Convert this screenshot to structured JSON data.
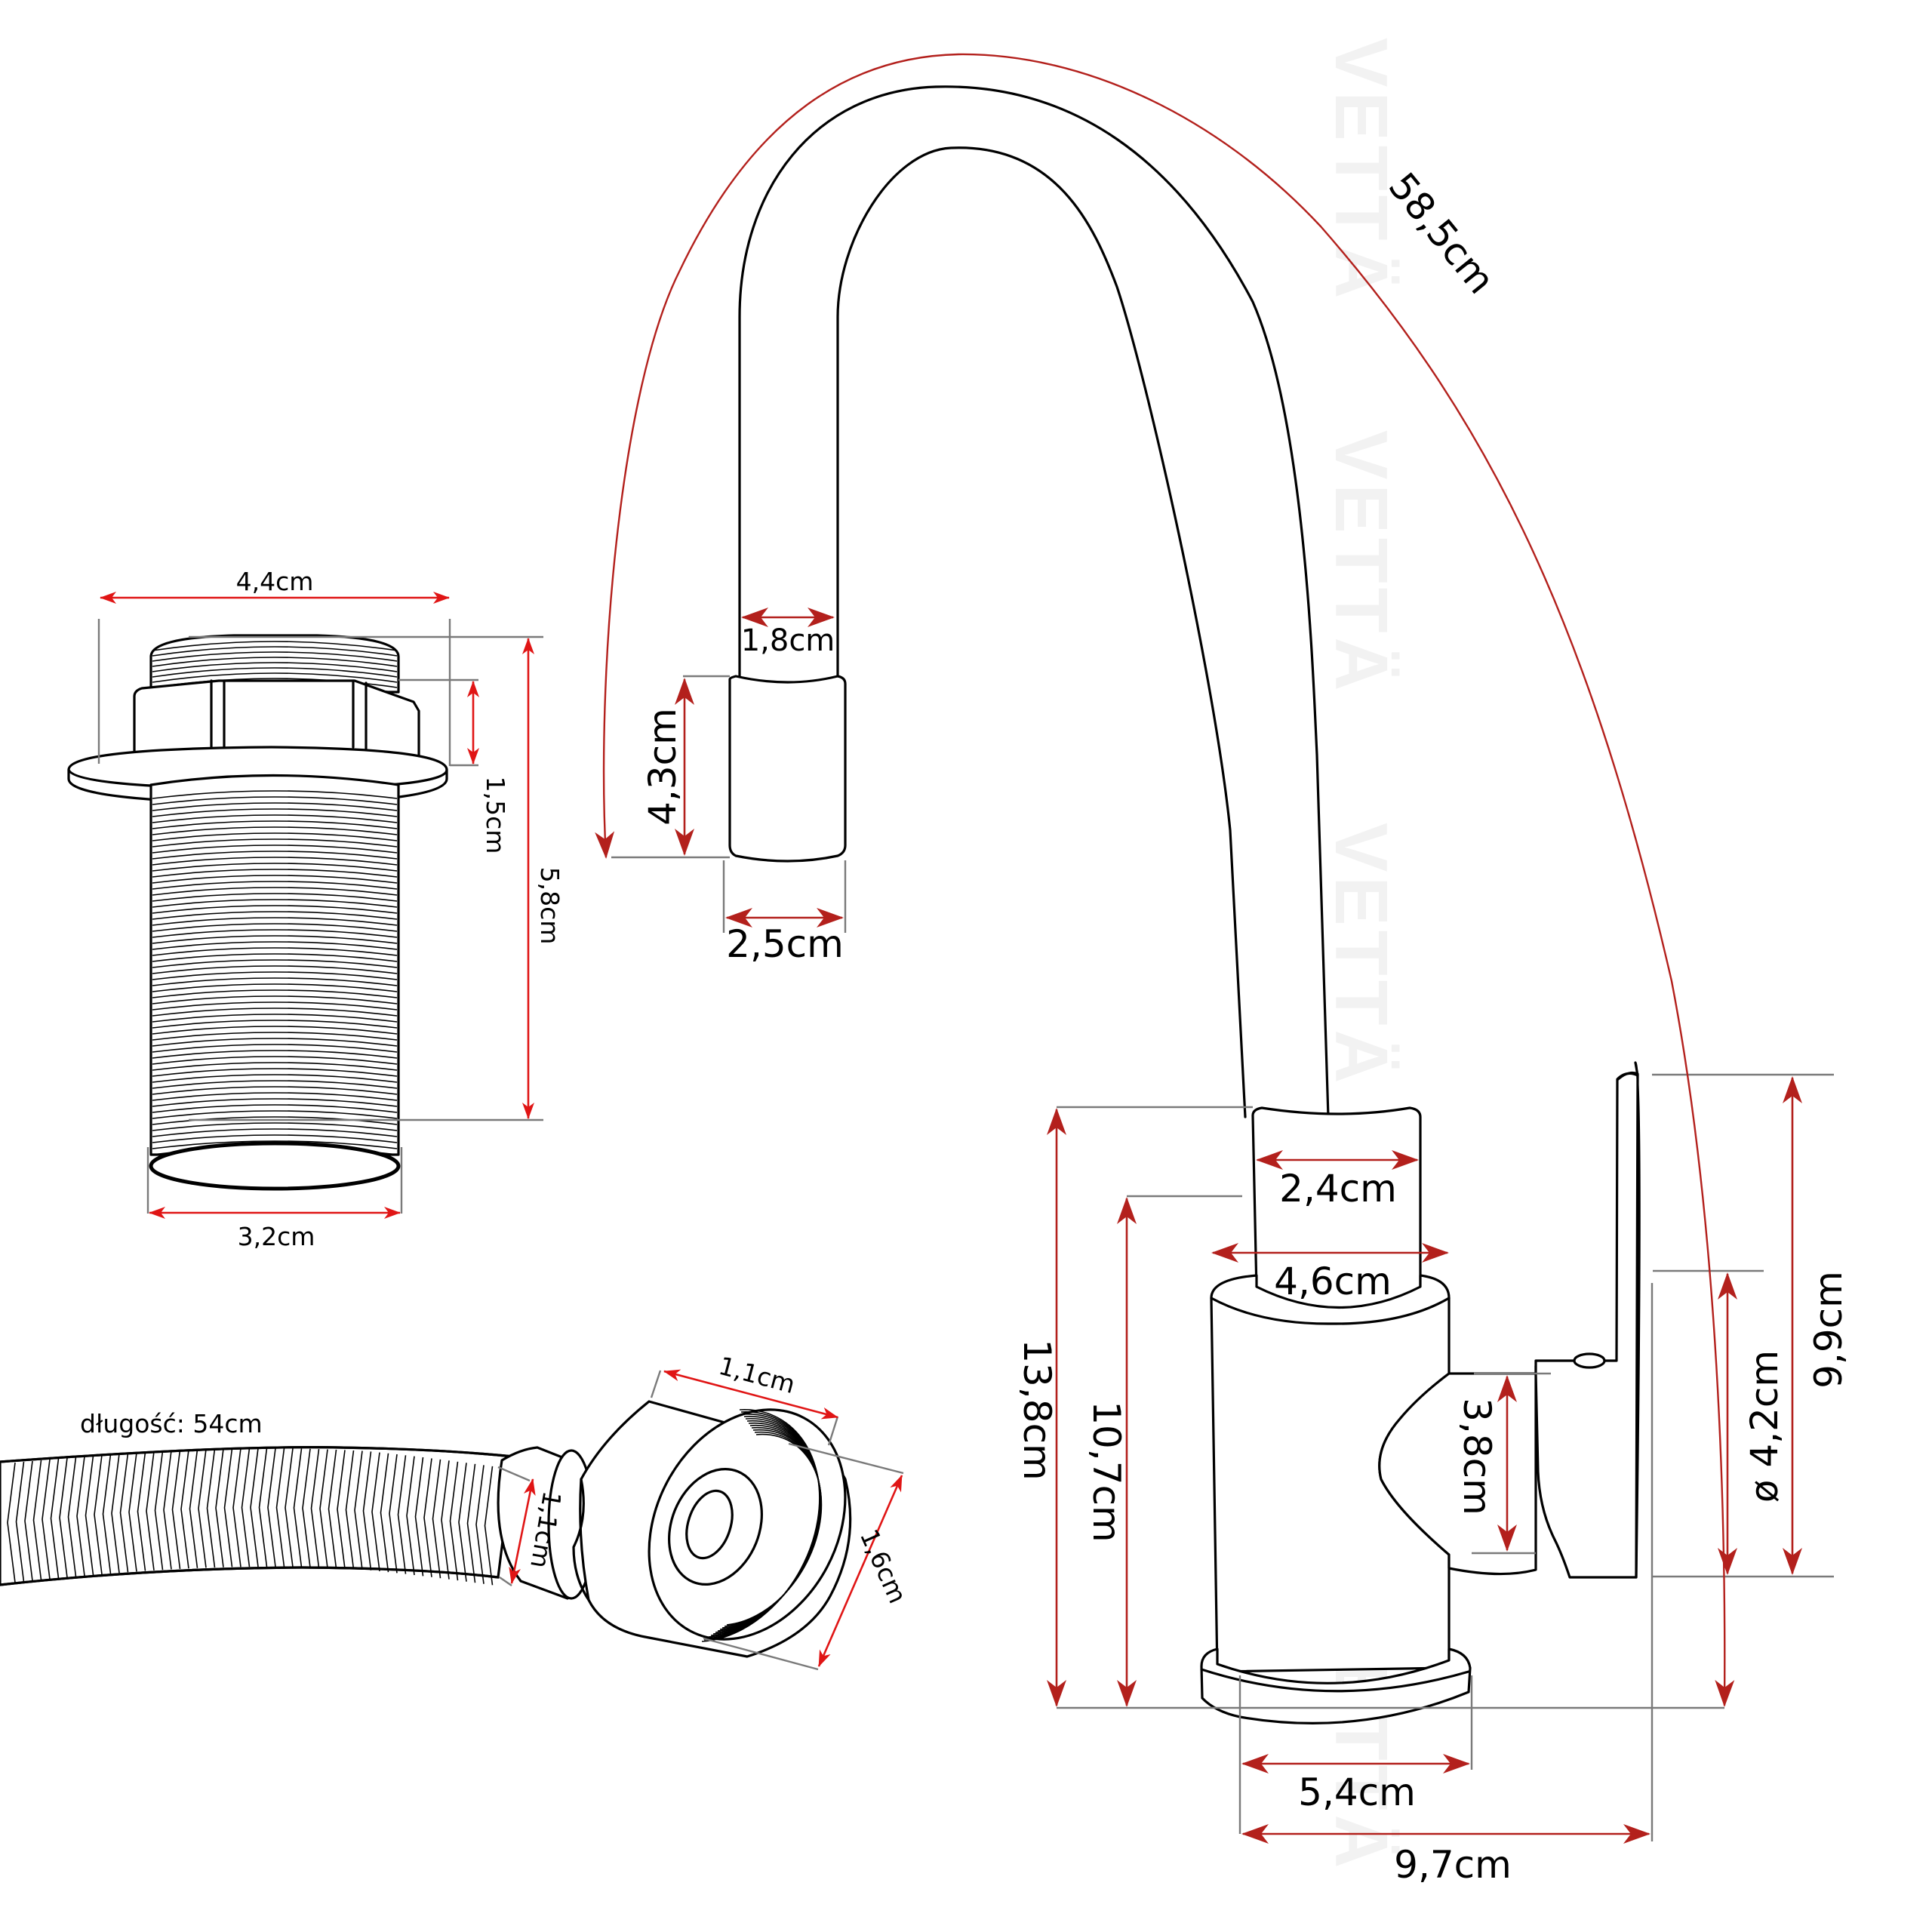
{
  "colors": {
    "dimension_line": "#b3201c",
    "dimension_line_bright": "#e01515",
    "outline": "#000000",
    "extension_line": "#7a7a7a",
    "watermark": "#f2f2f2"
  },
  "watermark": {
    "text": "VETTÄ",
    "repeats": 5
  },
  "drawing": {
    "title": "Kitchen faucet technical drawing with dimensions",
    "faucet": {
      "spout_arc_length": "58,5cm",
      "spout_tube_width": "1,8cm",
      "aerator_height": "4,3cm",
      "aerator_width": "2,5cm",
      "swivel_collar_width": "2,4cm",
      "body_width": "4,6cm",
      "total_height": "13,8cm",
      "body_height": "10,7cm",
      "lever_joint_height": "3,8cm",
      "lever_base_diameter": "ø 4,2cm",
      "lever_height": "9,9cm",
      "base_width": "5,4cm",
      "overall_width": "9,7cm"
    },
    "mounting_nipple": {
      "flange_width": "4,4cm",
      "nut_height": "1,5cm",
      "total_height": "5,8cm",
      "thread_diameter": "3,2cm"
    },
    "hose": {
      "length_label": "długość: 54cm",
      "ferrule_diameter": "1,1cm",
      "nut_width": "1,1cm",
      "nut_thread_diameter": "1,6cm"
    }
  }
}
